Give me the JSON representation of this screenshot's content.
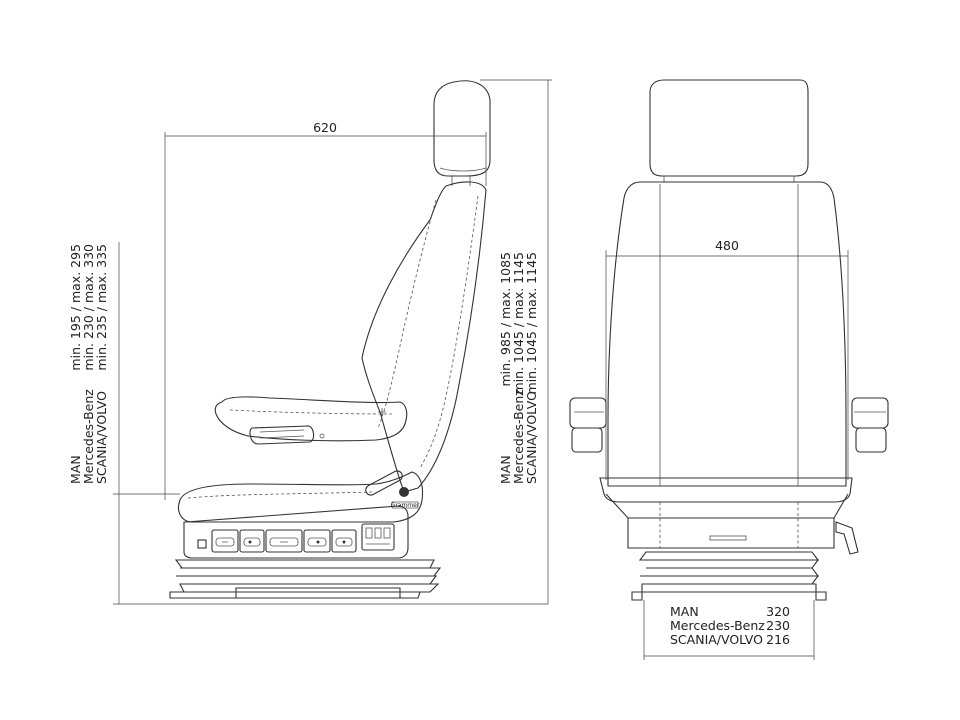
{
  "side_view": {
    "depth_label": "620",
    "seat_height_rows": [
      {
        "brand": "MAN",
        "values": "min. 195 / max. 295"
      },
      {
        "brand": "Mercedes-Benz",
        "values": "min. 230 / max. 330"
      },
      {
        "brand": "SCANIA/VOLVO",
        "values": "min. 235 / max. 335"
      }
    ],
    "total_height_rows": [
      {
        "brand": "MAN",
        "values": "min.  985 / max. 1085"
      },
      {
        "brand": "Mercedes-Benz",
        "values": "min. 1045 / max. 1145"
      },
      {
        "brand": "SCANIA/VOLVO",
        "values": "min. 1045 / max. 1145"
      }
    ],
    "logo_text": "Grammer"
  },
  "front_view": {
    "width_label": "480",
    "base_width_rows": [
      {
        "brand": "MAN",
        "value": "320"
      },
      {
        "brand": "Mercedes-Benz",
        "value": "230"
      },
      {
        "brand": "SCANIA/VOLVO",
        "value": "216"
      }
    ]
  }
}
